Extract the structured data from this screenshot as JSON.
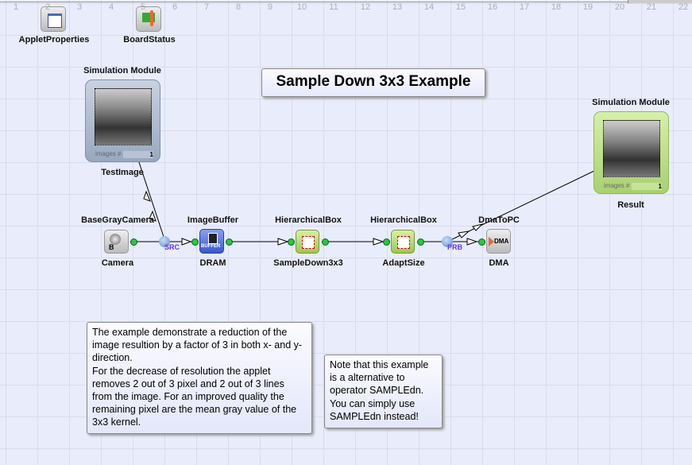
{
  "ruler": [
    "1",
    "2",
    "3",
    "4",
    "5",
    "6",
    "7",
    "8",
    "9",
    "10",
    "11",
    "12",
    "13",
    "14",
    "15",
    "16",
    "17",
    "18",
    "19",
    "20",
    "21",
    "22"
  ],
  "title": "Sample Down 3x3 Example",
  "top_icons": {
    "applet_properties": "AppletProperties",
    "board_status": "BoardStatus"
  },
  "sim_in": {
    "header": "Simulation Module",
    "name": "TestImage",
    "images_label": "images #",
    "images_count": "1"
  },
  "sim_out": {
    "header": "Simulation Module",
    "name": "Result",
    "images_label": "images #",
    "images_count": "1"
  },
  "operators": [
    {
      "type": "BaseGrayCamera",
      "name": "Camera",
      "glyph": "B"
    },
    {
      "type": "ImageBuffer",
      "name": "DRAM",
      "glyph": "BUFFER"
    },
    {
      "type": "HierarchicalBox",
      "name": "SampleDown3x3"
    },
    {
      "type": "HierarchicalBox",
      "name": "AdaptSize"
    },
    {
      "type": "DmaToPC",
      "name": "DMA",
      "glyph": "DMA"
    }
  ],
  "probes": {
    "src": "SRC",
    "prb": "PRB"
  },
  "notes": {
    "description": "The example demonstrate a reduction of the image resultion by a factor of 3 in both x- and y-direction.\nFor the decrease of resolution the applet removes 2 out of 3 pixel and 2 out of 3 lines from the image. For an improved quality the remaining pixel are the mean gray value of the 3x3 kernel.",
    "remark": "Note that this example is a alternative to operator SAMPLEdn.\nYou can simply use SAMPLEdn instead!"
  },
  "colors": {
    "canvas": "#e9edfb",
    "grid": "#d9dcea",
    "port": "#22cc33",
    "probe_text": "#6633ff",
    "sim_in": "#aab8cc",
    "sim_out": "#b8e080"
  }
}
